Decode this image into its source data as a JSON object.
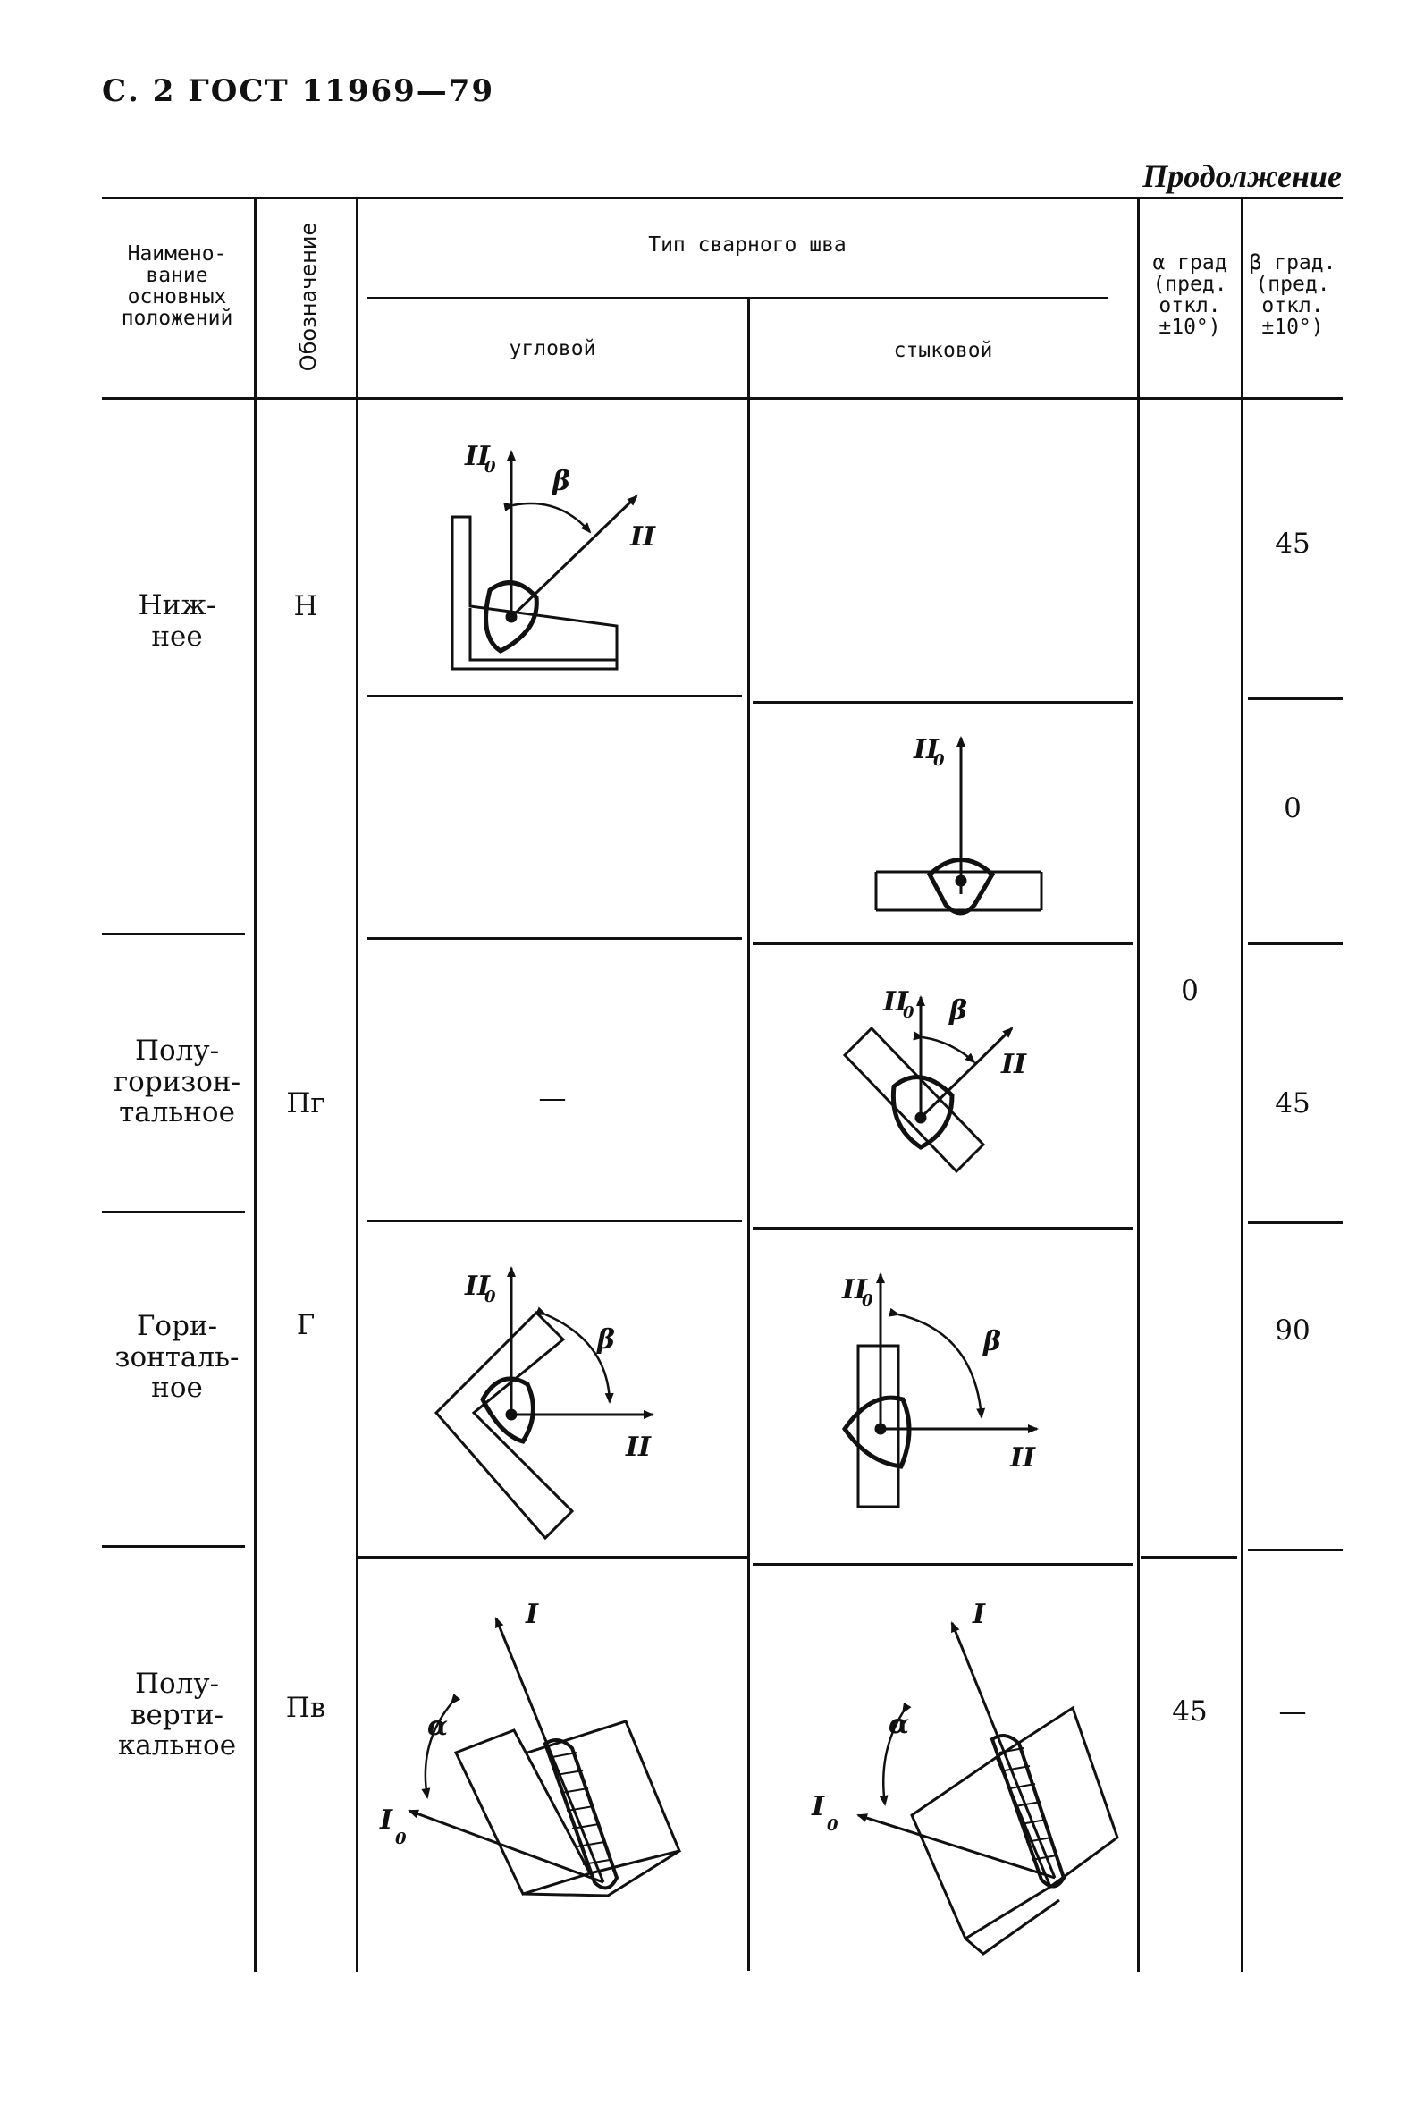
{
  "page_header": "С. 2 ГОСТ 11969—79",
  "continuation": "Продолжение",
  "table": {
    "col_name": [
      "Наимено-",
      "вание",
      "основных",
      "положений"
    ],
    "col_designation": "Обозначение",
    "col_weld_type": "Тип сварного шва",
    "col_fillet": "угловой",
    "col_butt": "стыковой",
    "col_alpha": [
      "α град",
      "(пред.",
      "откл.",
      "±10°)"
    ],
    "col_beta": [
      "β град.",
      "(пред.",
      "откл.",
      "±10°)"
    ],
    "rows": [
      {
        "name": [
          "Ниж-",
          "нее"
        ],
        "designation": "Н",
        "fillet": "",
        "butt": "",
        "alpha": "0",
        "beta": [
          "45",
          "0"
        ]
      },
      {
        "name": [
          "Полу-",
          "горизон-",
          "тальное"
        ],
        "designation": "Пг",
        "fillet": "—",
        "butt": "",
        "beta": "45"
      },
      {
        "name": [
          "Гори-",
          "зонталь-",
          "ное"
        ],
        "designation": "Г",
        "fillet": "",
        "butt": "",
        "beta": "90"
      },
      {
        "name": [
          "Полу-",
          "верти-",
          "кальное"
        ],
        "designation": "Пв",
        "fillet": "",
        "butt": "",
        "alpha": "45",
        "beta": "—"
      }
    ]
  },
  "figure_labels": {
    "axis_II0": "II",
    "axis_II0_sub": "0",
    "axis_II": "II",
    "axis_I": "I",
    "axis_I0": "I",
    "axis_I0_sub": "0",
    "beta": "β",
    "alpha": "α"
  }
}
